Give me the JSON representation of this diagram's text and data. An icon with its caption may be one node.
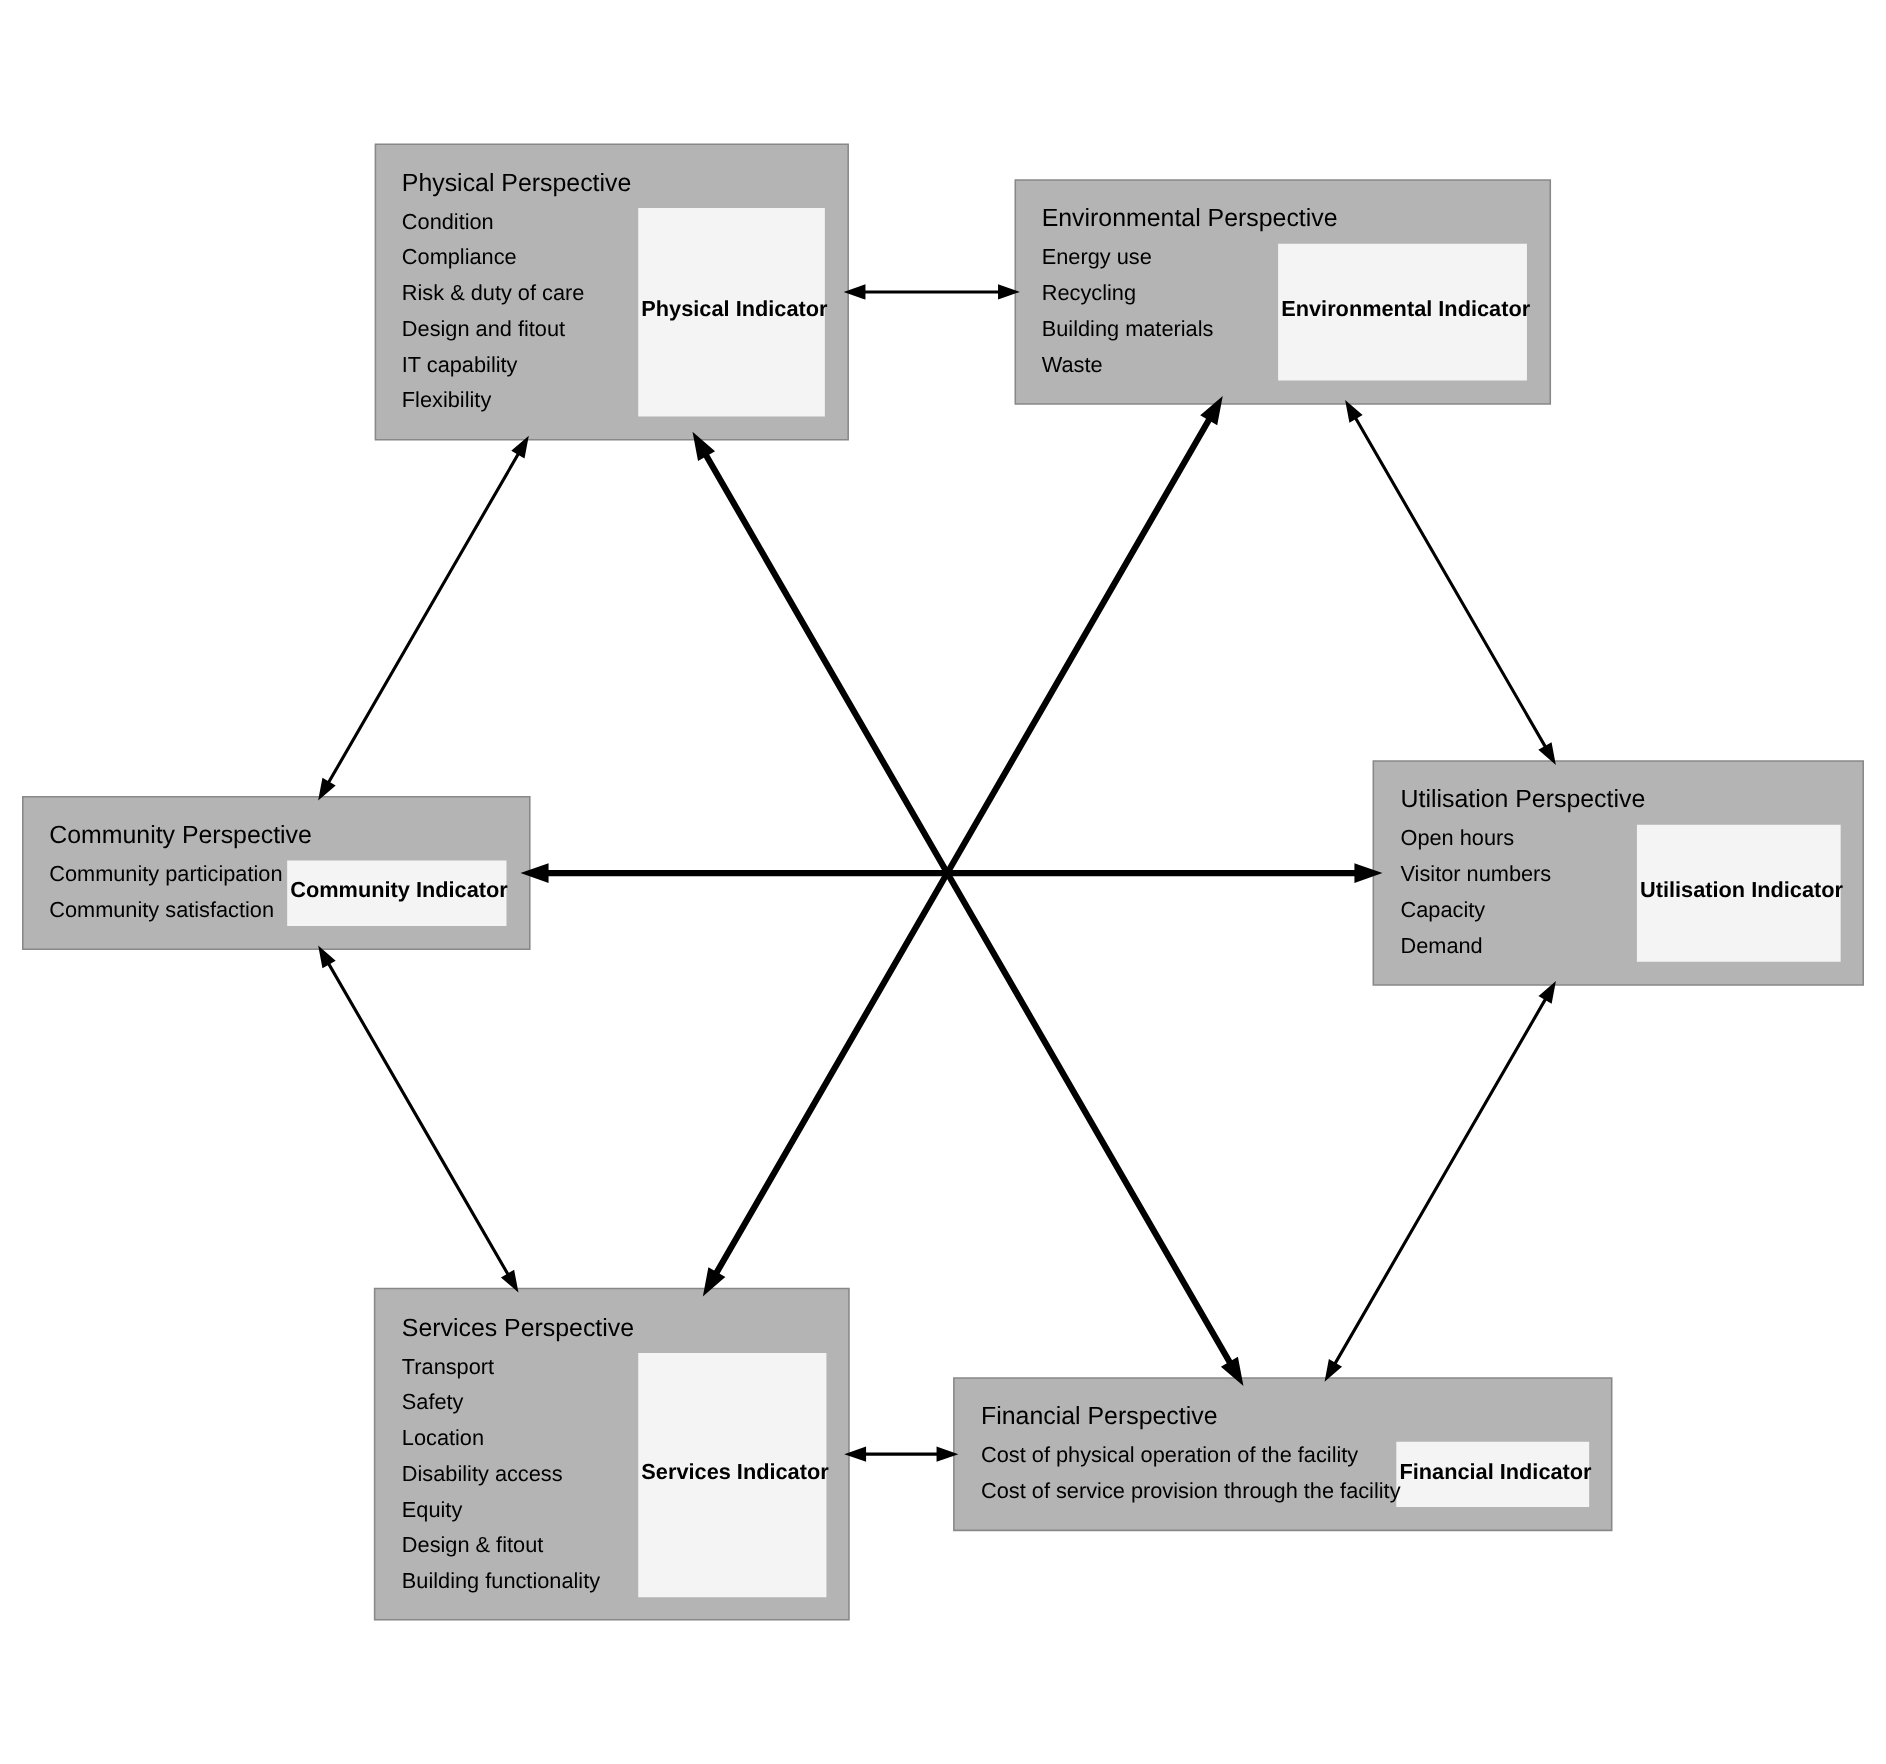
{
  "diagram": {
    "nodes": [
      {
        "text": [
          "Services Perspective",
          "Transport",
          "Safety",
          "Location",
          "Disability access",
          "Equity",
          "Design & fitout",
          "Building functionality",
          "Services Indicator"
        ]
      },
      {
        "text": [
          "Community Perspective",
          "Community participation",
          "Community satisfaction",
          "Community Indicator"
        ]
      },
      {
        "text": [
          "Financial Perspective",
          "Cost of physical operation of the facility",
          "Cost of service provision through the facility",
          "Financial Indicator"
        ]
      },
      {
        "text": [
          "Physical Perspective",
          "Condition",
          "Compliance",
          "Risk & duty of care",
          "Design and fitout",
          "IT capability",
          "Flexibility",
          "Physical Indicator"
        ]
      },
      {
        "text": [
          "Utilisation Perspective",
          "Open hours",
          "Visitor numbers",
          "Capacity",
          "Demand",
          "Utilisation Indicator"
        ]
      },
      {
        "text": [
          "Environmental Perspective",
          "Energy use",
          "Recycling",
          "Building materials",
          "Waste",
          "Environmental Indicator"
        ]
      }
    ],
    "edges": [
      {
        "from": 0,
        "to": 1,
        "arrow": "both"
      },
      {
        "from": 1,
        "to": 3,
        "arrow": "both"
      },
      {
        "from": 3,
        "to": 5,
        "arrow": "both"
      },
      {
        "from": 5,
        "to": 4,
        "arrow": "both"
      },
      {
        "from": 4,
        "to": 2,
        "arrow": "both"
      },
      {
        "from": 2,
        "to": 0,
        "arrow": "both"
      },
      {
        "from": 0,
        "to": 5,
        "arrow": "both",
        "style": "thick"
      },
      {
        "from": 1,
        "to": 4,
        "arrow": "both",
        "style": "thick"
      },
      {
        "from": 2,
        "to": 3,
        "arrow": "both",
        "style": "thick"
      }
    ]
  }
}
